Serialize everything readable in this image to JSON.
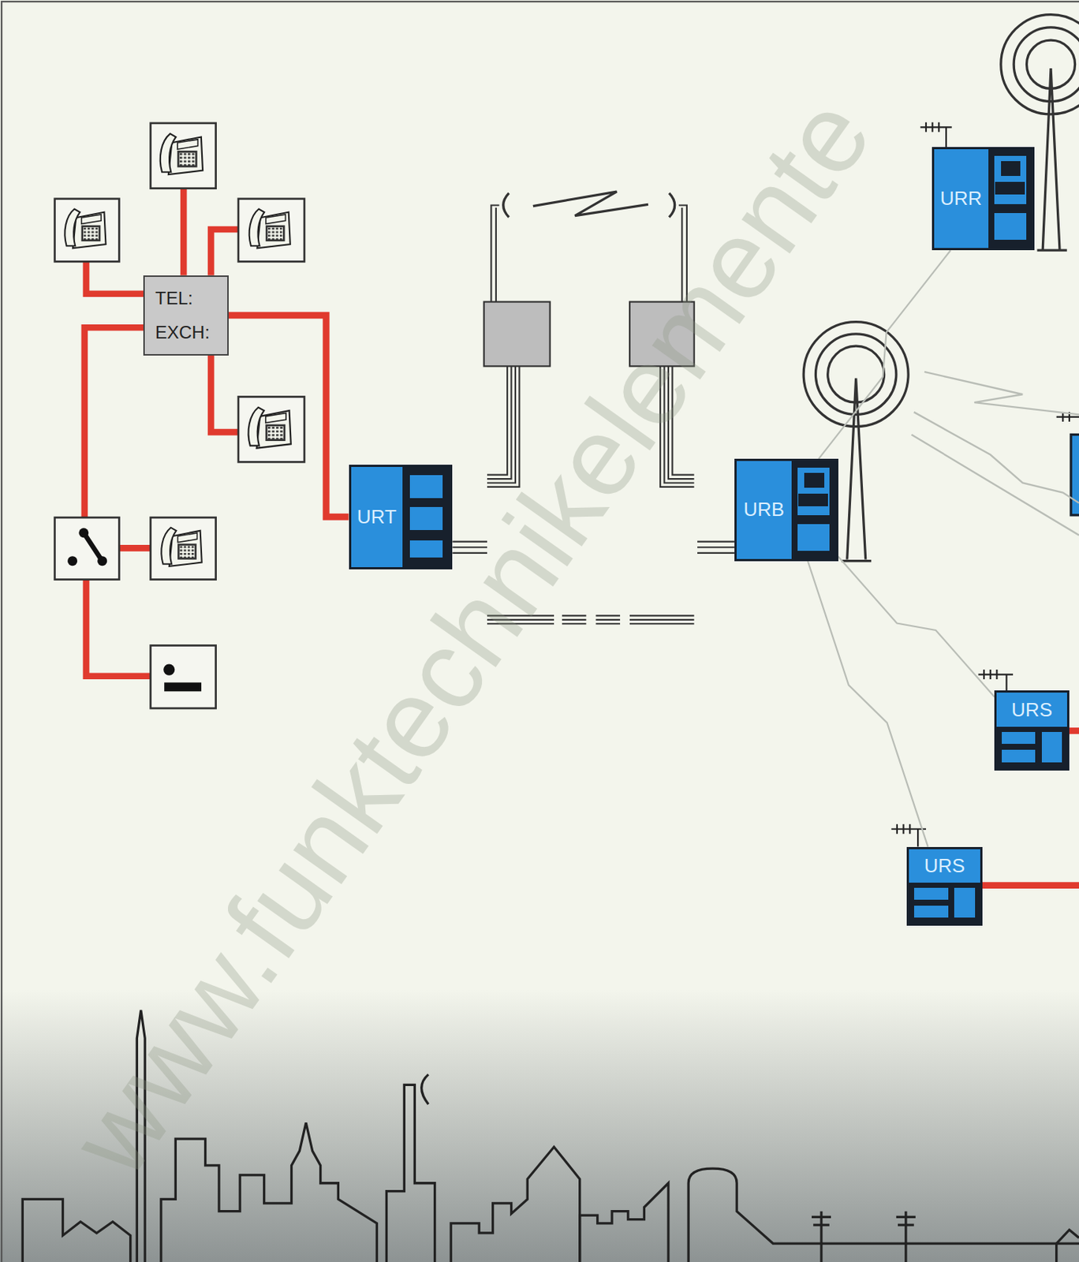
{
  "diagram": {
    "nodes": [
      {
        "text": [
          "URR"
        ]
      },
      {
        "text": [
          "TEL: EXCH:"
        ]
      },
      {
        "text": [
          "URT"
        ]
      },
      {
        "text": [
          "URB"
        ]
      },
      {
        "text": [
          "URS"
        ]
      },
      {
        "text": [
          "URS"
        ]
      }
    ],
    "edges": [
      {
        "from": 1,
        "to": 2,
        "arrow": "none"
      },
      {
        "from": 3,
        "to": 0,
        "arrow": "none"
      },
      {
        "from": 3,
        "to": 4,
        "arrow": "none"
      },
      {
        "from": 3,
        "to": 5,
        "arrow": "none"
      }
    ],
    "labels": [
      "www.funktechnikelemente"
    ]
  }
}
